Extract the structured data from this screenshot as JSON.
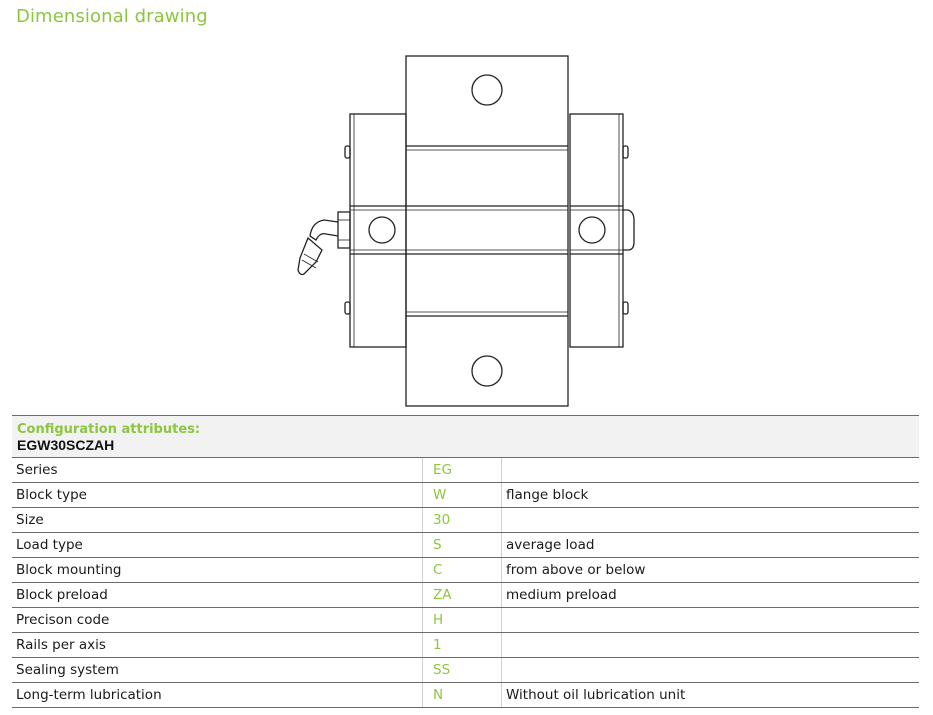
{
  "title": "Dimensional drawing",
  "config": {
    "header_label": "Configuration attributes:",
    "code": "EGW30SCZAH",
    "rows": [
      {
        "attr": "Series",
        "value": "EG",
        "desc": ""
      },
      {
        "attr": "Block type",
        "value": "W",
        "desc": "flange block"
      },
      {
        "attr": "Size",
        "value": "30",
        "desc": ""
      },
      {
        "attr": "Load type",
        "value": "S",
        "desc": "average load"
      },
      {
        "attr": "Block mounting",
        "value": "C",
        "desc": "from above or below"
      },
      {
        "attr": "Block preload",
        "value": "ZA",
        "desc": "medium preload"
      },
      {
        "attr": "Precison code",
        "value": "H",
        "desc": ""
      },
      {
        "attr": "Rails per axis",
        "value": "1",
        "desc": ""
      },
      {
        "attr": "Sealing system",
        "value": "SS",
        "desc": ""
      },
      {
        "attr": "Long-term lubrication",
        "value": "N",
        "desc": "Without oil lubrication unit"
      }
    ]
  },
  "colors": {
    "accent": "#8cc63f",
    "line": "#6b6b6b",
    "header_bg": "#f2f2f2"
  }
}
